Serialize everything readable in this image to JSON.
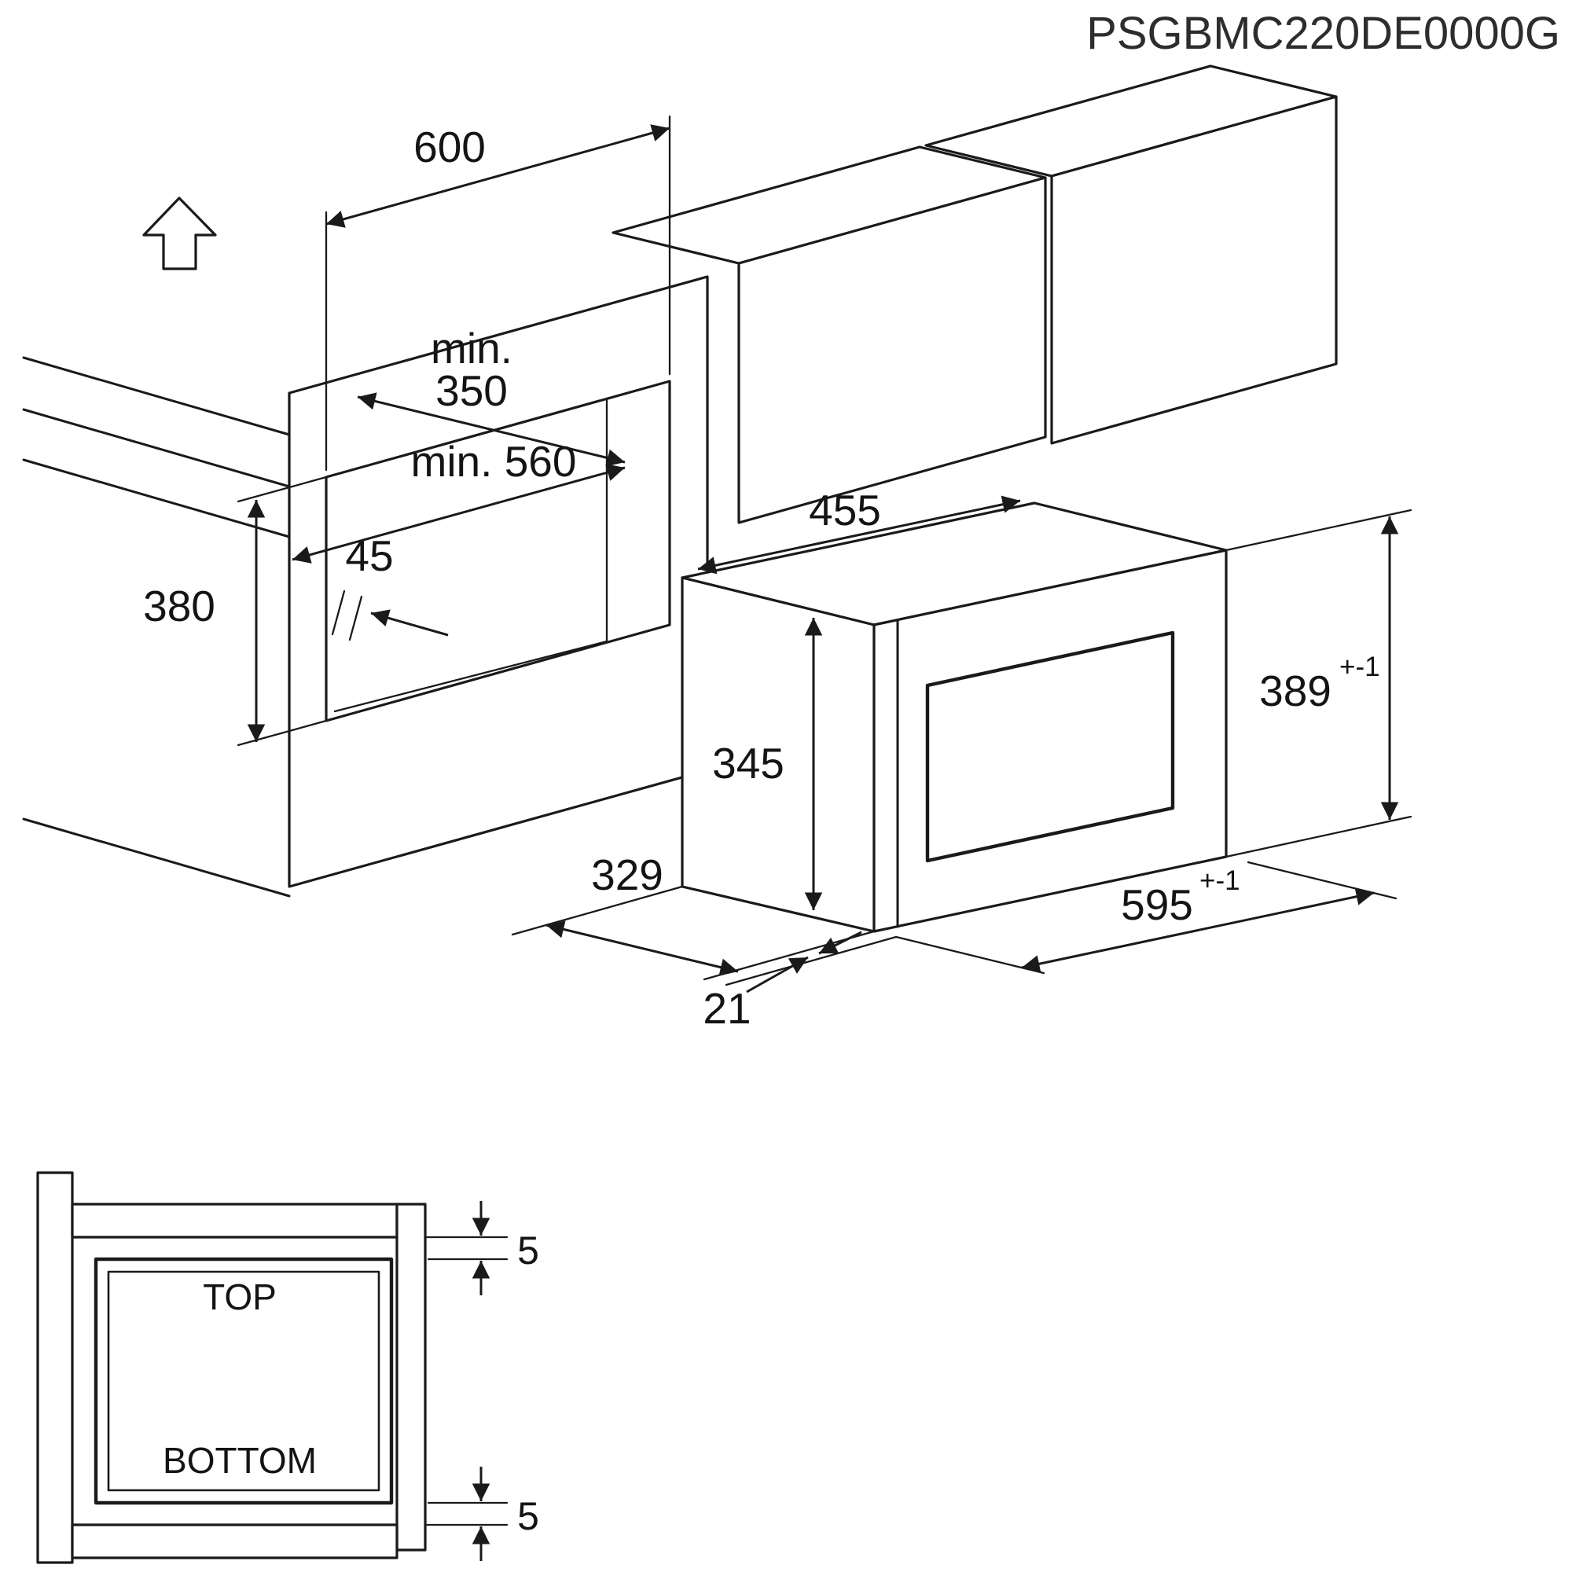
{
  "title": {
    "product_code": "PSGBMC220DE0000G"
  },
  "niche": {
    "width": "600",
    "min_prefix": "min.",
    "min_depth": "350",
    "min_width": "min. 560",
    "front_clearance": "45",
    "height": "380"
  },
  "oven": {
    "top_width": "455",
    "front_height": "345",
    "overall_height": "389",
    "overall_height_tol": "+-1",
    "depth": "329",
    "overall_width": "595",
    "overall_width_tol": "+-1",
    "door_offset": "21"
  },
  "front_view": {
    "top": "TOP",
    "bottom": "BOTTOM",
    "gap_top": "5",
    "gap_bottom": "5"
  },
  "colors": {
    "line": "#1a1a1a",
    "background": "#ffffff"
  }
}
